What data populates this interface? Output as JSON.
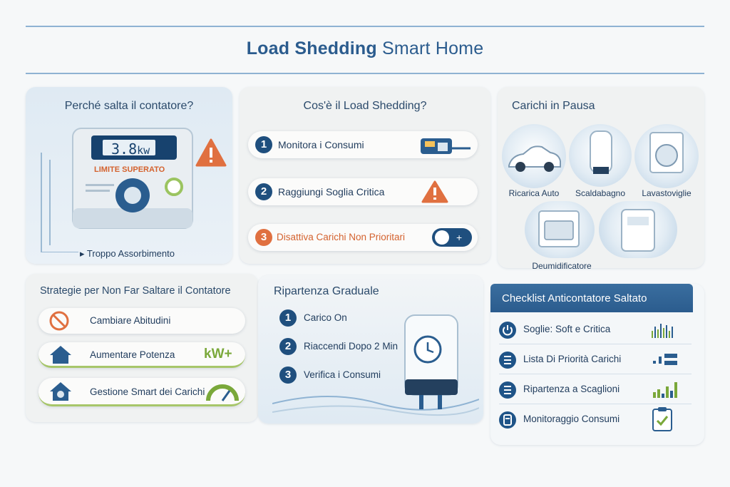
{
  "header": {
    "title_bold": "Load Shedding",
    "title_rest": "Smart Home"
  },
  "meter_panel": {
    "heading": "Perché salta il contatore?",
    "reading": "3.8",
    "unit": "kw",
    "limit_text": "LIMITE SUPERATO",
    "caption": "Troppo Assorbimento"
  },
  "load_shedding_panel": {
    "heading": "Cos'è il Load Shedding?",
    "steps": [
      {
        "num": "1",
        "text": "Monitora i Consumi"
      },
      {
        "num": "2",
        "text": "Raggiungi Soglia Critica"
      },
      {
        "num": "3",
        "text": "Disattiva Carichi Non Prioritari"
      }
    ]
  },
  "paused_panel": {
    "heading": "Carichi in Pausa",
    "items": [
      {
        "label": "Ricarica Auto",
        "icon": "car-icon"
      },
      {
        "label": "Scaldabagno",
        "icon": "water-heater-icon"
      },
      {
        "label": "Lavastoviglie",
        "icon": "dishwasher-icon"
      },
      {
        "label": "",
        "icon": "oven-icon"
      },
      {
        "label": "Deumidificatore",
        "icon": "dehumidifier-icon"
      }
    ]
  },
  "strategies_panel": {
    "heading": "Strategie per Non Far Saltare il Contatore",
    "items": [
      {
        "text": "Cambiare Abitudini",
        "icon": "no-habits-icon"
      },
      {
        "text": "Aumentare Potenza",
        "icon": "house-power-icon",
        "badge": "kW+"
      },
      {
        "text": "Gestione Smart dei Carichi",
        "icon": "gear-house-icon"
      }
    ]
  },
  "restart_panel": {
    "heading": "Ripartenza Graduale",
    "steps": [
      {
        "num": "1",
        "text": "Carico On"
      },
      {
        "num": "2",
        "text": "Riaccendi Dopo 2 Min"
      },
      {
        "num": "3",
        "text": "Verifica i Consumi"
      }
    ]
  },
  "checklist_panel": {
    "heading": "Checklist Anticontatore Saltato",
    "items": [
      {
        "text": "Soglie: Soft e Critica",
        "icon": "power-icon"
      },
      {
        "text": "Lista Di Priorità Carichi",
        "icon": "list-icon"
      },
      {
        "text": "Ripartenza a Scaglioni",
        "icon": "list-icon"
      },
      {
        "text": "Monitoraggio Consumi",
        "icon": "meter-icon"
      }
    ]
  },
  "colors": {
    "navy": "#1f4f7e",
    "accent_blue": "#2b5c8e",
    "warning_orange": "#e07040",
    "panel_bg": "#f0f2f2",
    "green_accent": "#7aa83a"
  }
}
